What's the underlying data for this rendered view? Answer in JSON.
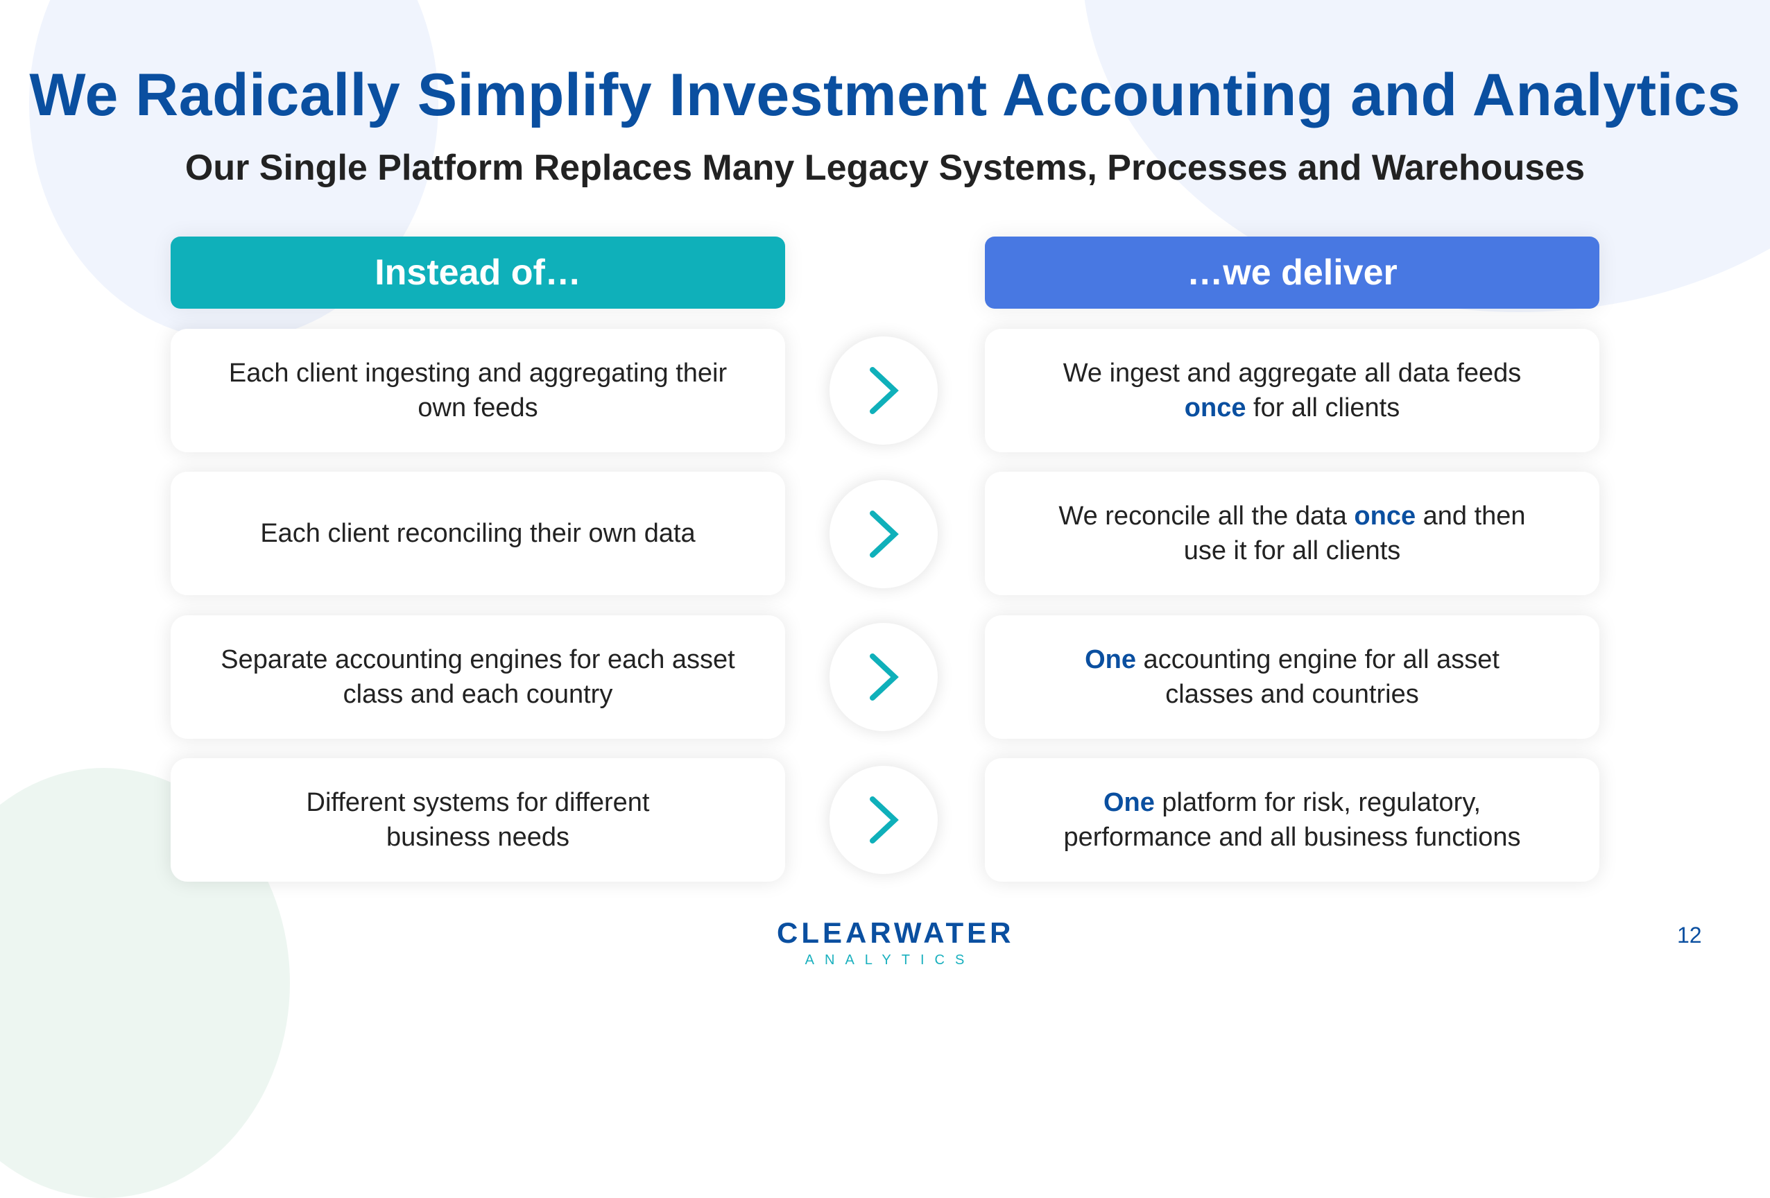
{
  "slide": {
    "title": "We Radically Simplify Investment Accounting and Analytics",
    "subtitle": "Our Single Platform Replaces Many Legacy Systems, Processes and Warehouses",
    "page_number": "12"
  },
  "columns": {
    "left_header": "Instead of…",
    "right_header": "…we deliver"
  },
  "rows": [
    {
      "instead": "Each client ingesting and aggregating their own feeds",
      "deliver": {
        "before": "We ingest and aggregate all data feeds ",
        "highlight": "once",
        "after": " for all clients"
      }
    },
    {
      "instead": "Each client reconciling their own data",
      "deliver": {
        "before": "We reconcile all the data ",
        "highlight": "once",
        "after": " and then use it for all clients"
      }
    },
    {
      "instead": "Separate accounting engines for each asset class and each country",
      "deliver": {
        "before": "",
        "highlight": "One",
        "after": " accounting engine for all asset classes and countries"
      }
    },
    {
      "instead": "Different systems for different business needs",
      "deliver": {
        "before": "",
        "highlight": "One",
        "after": " platform for risk, regulatory, performance and all business functions"
      }
    }
  ],
  "icons": {
    "row_arrow": "chevron-right-icon"
  },
  "logo": {
    "main": "CLEARWATER",
    "sub": "ANALYTICS"
  },
  "colors": {
    "title": "#0A4FA0",
    "left_header": "#0FB0BA",
    "right_header": "#4878E2",
    "highlight": "#0A4FA0",
    "chevron": "#0FB0BA",
    "logo_sub": "#1AB0BE"
  }
}
